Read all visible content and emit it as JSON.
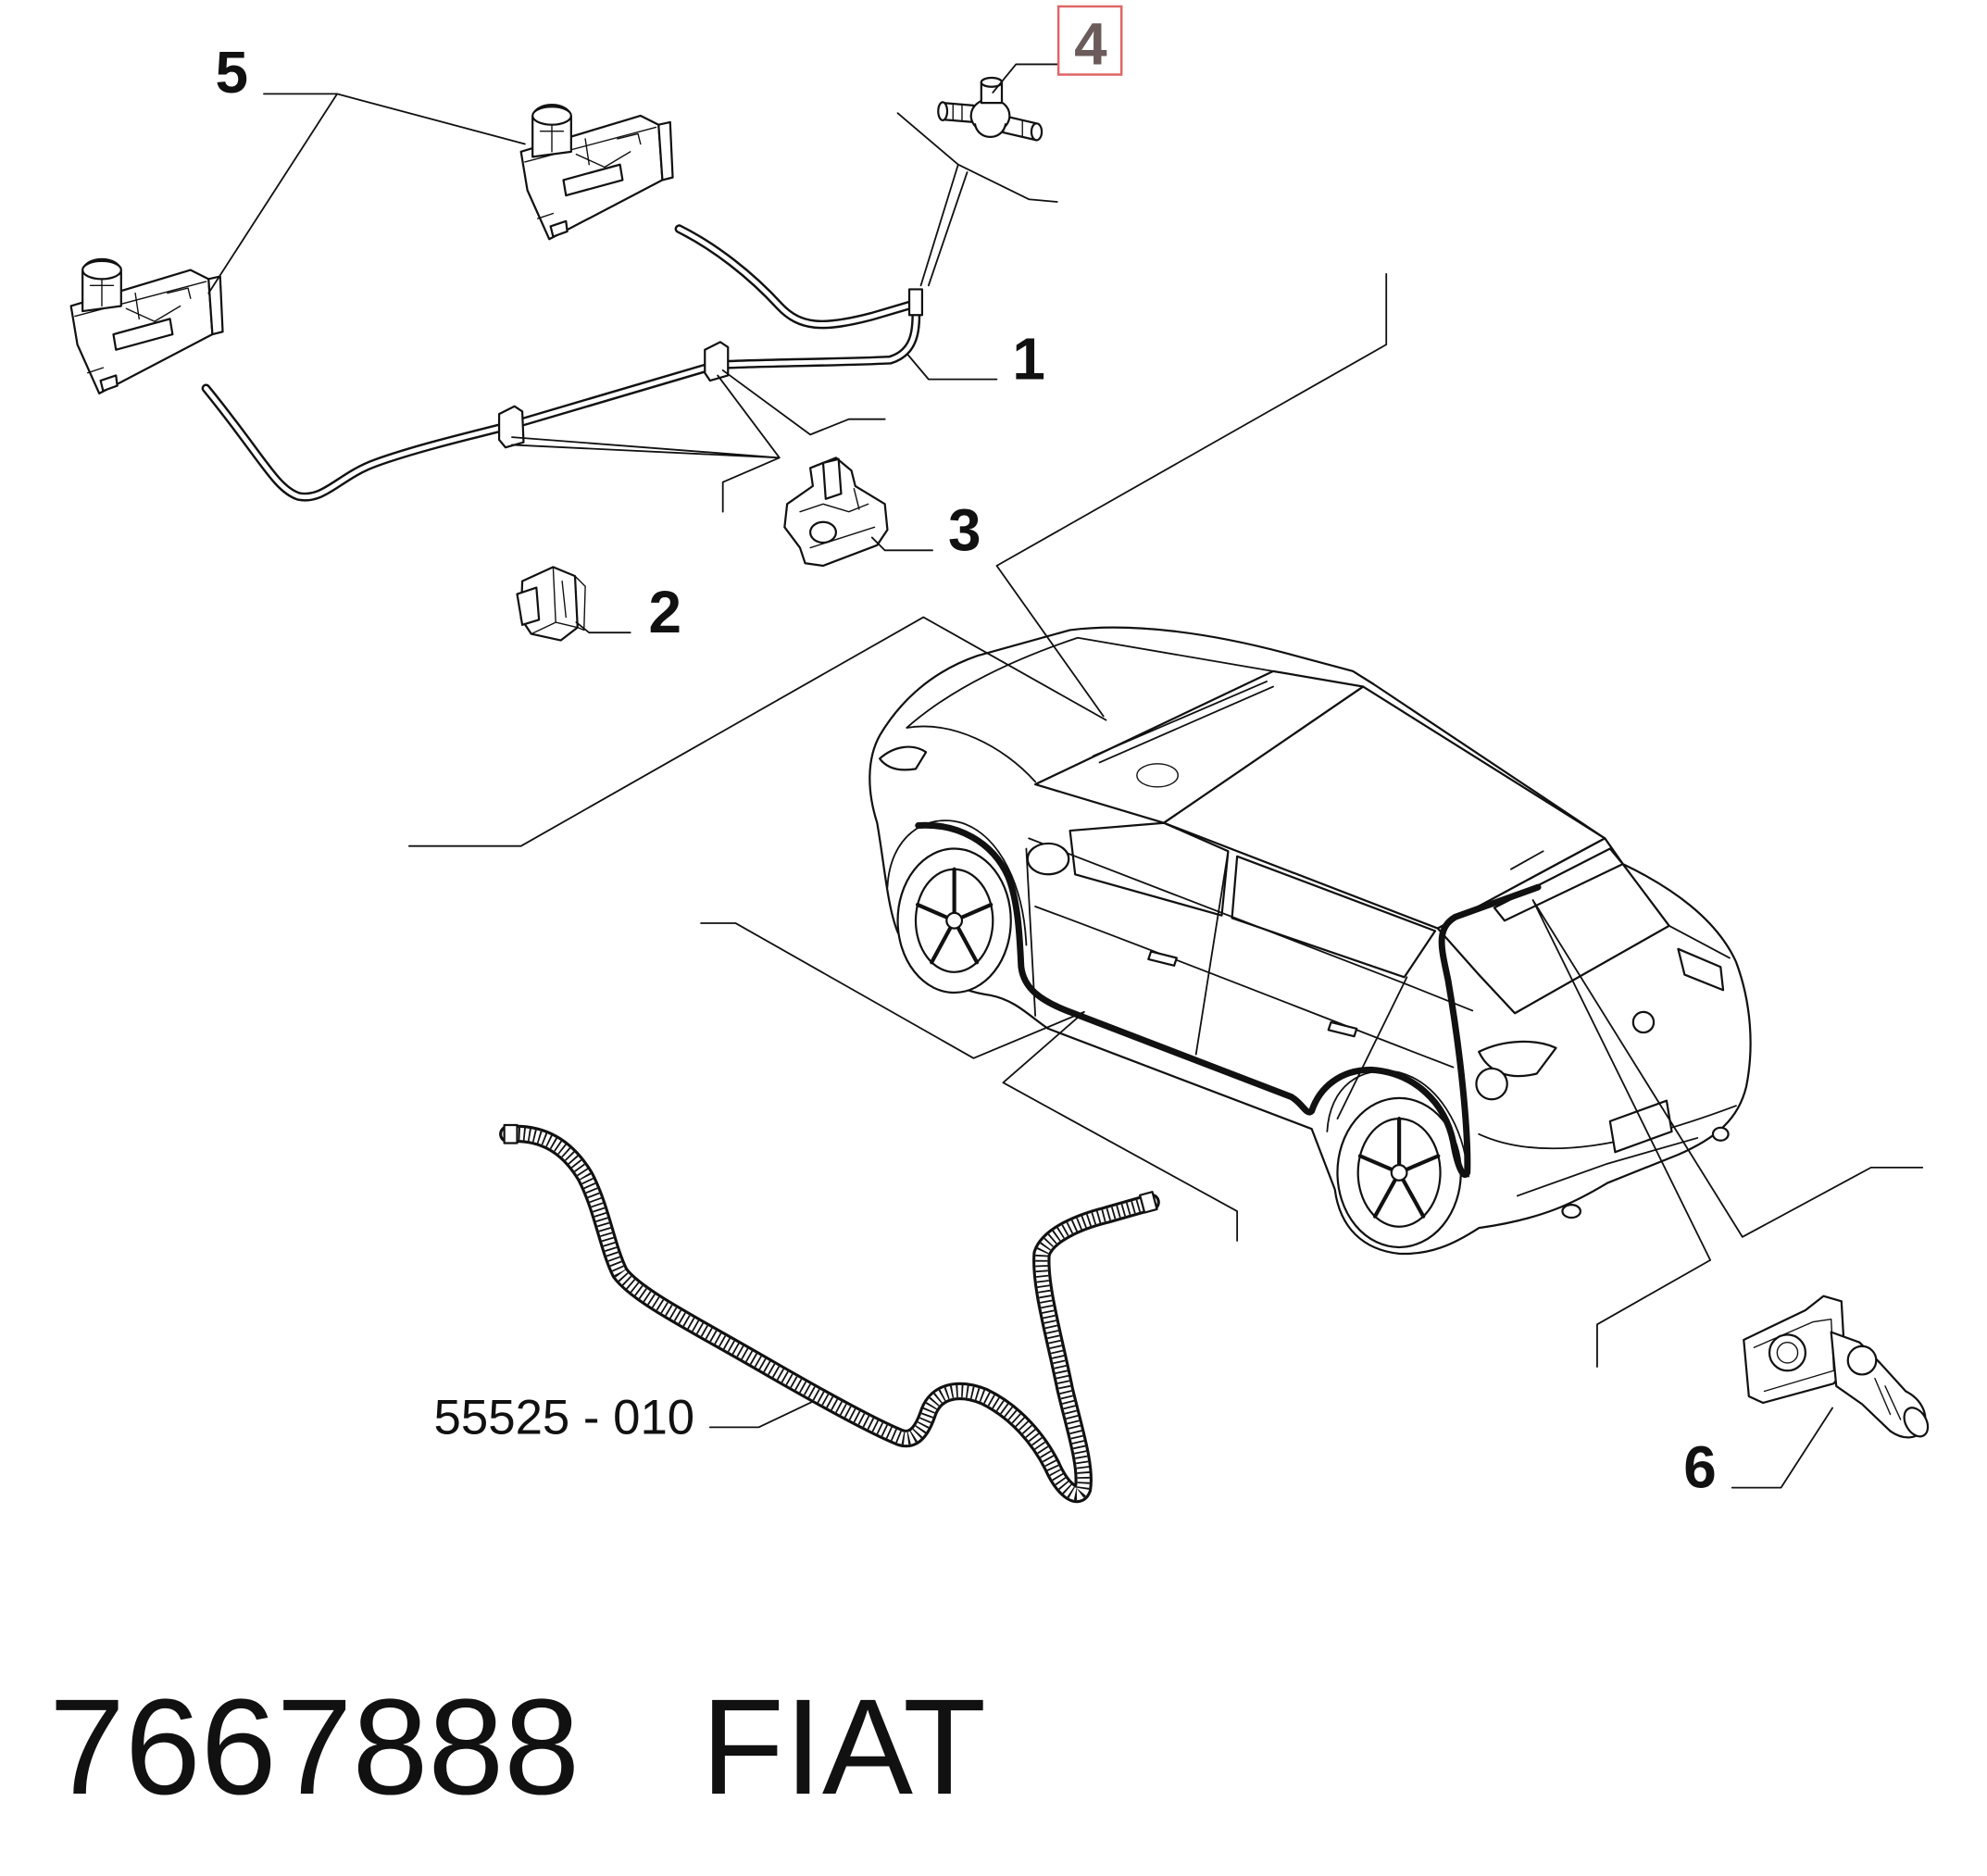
{
  "diagram": {
    "callouts": [
      "1",
      "2",
      "3",
      "4",
      "5",
      "6"
    ],
    "hose_part_number": "55525 - 010"
  },
  "footer": {
    "part_code": "7667888",
    "brand": "FIAT"
  },
  "colors": {
    "highlight": "#e06666",
    "line": "#111111"
  }
}
